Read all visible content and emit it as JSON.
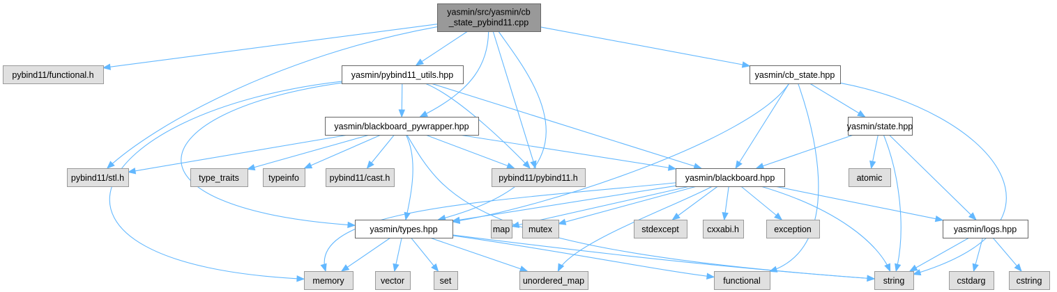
{
  "diagram": {
    "type": "include-dependency-graph",
    "nodes": [
      {
        "id": "root",
        "label_lines": [
          "yasmin/src/yasmin/cb",
          "_state_pybind11.cpp"
        ],
        "kind": "root"
      },
      {
        "id": "pybind11_functional",
        "label": "pybind11/functional.h",
        "kind": "ext"
      },
      {
        "id": "pybind11_utils",
        "label": "yasmin/pybind11_utils.hpp",
        "kind": "local"
      },
      {
        "id": "cb_state",
        "label": "yasmin/cb_state.hpp",
        "kind": "local"
      },
      {
        "id": "bb_pywrapper",
        "label": "yasmin/blackboard_pywrapper.hpp",
        "kind": "local"
      },
      {
        "id": "state",
        "label": "yasmin/state.hpp",
        "kind": "local"
      },
      {
        "id": "pybind11_stl",
        "label": "pybind11/stl.h",
        "kind": "ext"
      },
      {
        "id": "type_traits",
        "label": "type_traits",
        "kind": "ext"
      },
      {
        "id": "typeinfo",
        "label": "typeinfo",
        "kind": "ext"
      },
      {
        "id": "pybind11_cast",
        "label": "pybind11/cast.h",
        "kind": "ext"
      },
      {
        "id": "pybind11_pybind11",
        "label": "pybind11/pybind11.h",
        "kind": "ext"
      },
      {
        "id": "blackboard",
        "label": "yasmin/blackboard.hpp",
        "kind": "local"
      },
      {
        "id": "atomic",
        "label": "atomic",
        "kind": "ext"
      },
      {
        "id": "types",
        "label": "yasmin/types.hpp",
        "kind": "local"
      },
      {
        "id": "map",
        "label": "map",
        "kind": "ext"
      },
      {
        "id": "mutex",
        "label": "mutex",
        "kind": "ext"
      },
      {
        "id": "stdexcept",
        "label": "stdexcept",
        "kind": "ext"
      },
      {
        "id": "cxxabi",
        "label": "cxxabi.h",
        "kind": "ext"
      },
      {
        "id": "exception",
        "label": "exception",
        "kind": "ext"
      },
      {
        "id": "logs",
        "label": "yasmin/logs.hpp",
        "kind": "local"
      },
      {
        "id": "memory",
        "label": "memory",
        "kind": "ext"
      },
      {
        "id": "vector",
        "label": "vector",
        "kind": "ext"
      },
      {
        "id": "set",
        "label": "set",
        "kind": "ext"
      },
      {
        "id": "unordered_map",
        "label": "unordered_map",
        "kind": "ext"
      },
      {
        "id": "functional",
        "label": "functional",
        "kind": "ext"
      },
      {
        "id": "string",
        "label": "string",
        "kind": "ext"
      },
      {
        "id": "cstdarg",
        "label": "cstdarg",
        "kind": "ext"
      },
      {
        "id": "cstring",
        "label": "cstring",
        "kind": "ext"
      }
    ],
    "edges": [
      [
        "root",
        "pybind11_functional"
      ],
      [
        "root",
        "pybind11_utils"
      ],
      [
        "root",
        "cb_state"
      ],
      [
        "root",
        "bb_pywrapper"
      ],
      [
        "root",
        "pybind11_stl"
      ],
      [
        "root",
        "pybind11_pybind11"
      ],
      [
        "root",
        "types"
      ],
      [
        "pybind11_utils",
        "bb_pywrapper"
      ],
      [
        "pybind11_utils",
        "pybind11_pybind11"
      ],
      [
        "pybind11_utils",
        "blackboard"
      ],
      [
        "pybind11_utils",
        "types"
      ],
      [
        "pybind11_utils",
        "memory"
      ],
      [
        "bb_pywrapper",
        "pybind11_stl"
      ],
      [
        "bb_pywrapper",
        "type_traits"
      ],
      [
        "bb_pywrapper",
        "typeinfo"
      ],
      [
        "bb_pywrapper",
        "pybind11_cast"
      ],
      [
        "bb_pywrapper",
        "pybind11_pybind11"
      ],
      [
        "bb_pywrapper",
        "blackboard"
      ],
      [
        "bb_pywrapper",
        "types"
      ],
      [
        "bb_pywrapper",
        "string"
      ],
      [
        "cb_state",
        "types"
      ],
      [
        "cb_state",
        "blackboard"
      ],
      [
        "cb_state",
        "functional"
      ],
      [
        "cb_state",
        "state"
      ],
      [
        "cb_state",
        "string"
      ],
      [
        "state",
        "blackboard"
      ],
      [
        "state",
        "atomic"
      ],
      [
        "state",
        "string"
      ],
      [
        "state",
        "logs"
      ],
      [
        "blackboard",
        "types"
      ],
      [
        "blackboard",
        "memory"
      ],
      [
        "blackboard",
        "map"
      ],
      [
        "blackboard",
        "mutex"
      ],
      [
        "blackboard",
        "stdexcept"
      ],
      [
        "blackboard",
        "cxxabi"
      ],
      [
        "blackboard",
        "exception"
      ],
      [
        "blackboard",
        "unordered_map"
      ],
      [
        "blackboard",
        "string"
      ],
      [
        "blackboard",
        "logs"
      ],
      [
        "types",
        "memory"
      ],
      [
        "types",
        "vector"
      ],
      [
        "types",
        "set"
      ],
      [
        "types",
        "unordered_map"
      ],
      [
        "types",
        "functional"
      ],
      [
        "types",
        "string"
      ],
      [
        "logs",
        "string"
      ],
      [
        "logs",
        "cstdarg"
      ],
      [
        "logs",
        "cstring"
      ]
    ],
    "colors": {
      "edge": "#63b8ff",
      "root_fill": "#999999",
      "local_fill": "#ffffff",
      "ext_fill": "#e0e0e0"
    }
  }
}
